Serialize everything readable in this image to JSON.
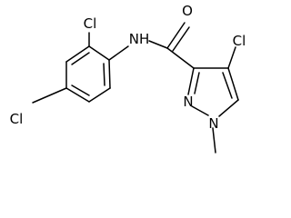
{
  "molecule": {
    "atoms": {
      "cl_ring_ortho": "Cl",
      "cl_ring_para": "Cl",
      "amide_nh": "NH",
      "carbonyl_o": "O",
      "cl_pyrazole": "Cl",
      "pyrazole_n2": "N",
      "pyrazole_n1": "N"
    },
    "colors": {
      "bond": "#000000",
      "label": "#000000",
      "background": "#ffffff"
    }
  }
}
